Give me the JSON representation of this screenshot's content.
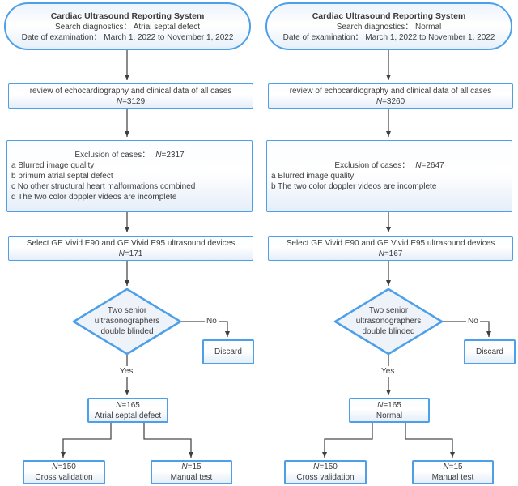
{
  "n_letter": "N",
  "colors": {
    "node_border": "#4d9fe8",
    "node_fill": "#e5eef9",
    "connector": "#3f3f3f",
    "text": "#3c3c3c"
  },
  "columns": [
    {
      "header": {
        "title": "Cardiac Ultrasound Reporting System",
        "line2": "Search diagnostics：  Atrial septal defect",
        "line3": "Date of examination：  March 1, 2022 to November 1, 2022"
      },
      "review": {
        "text": "review of echocardiography and clinical data of all cases",
        "n": "=3129"
      },
      "exclusion": {
        "title": "Exclusion of cases：",
        "n": "=2317",
        "items": [
          "a Blurred image quality",
          "b primum atrial septal defect",
          "c No other structural heart malformations combined",
          "d The two color doppler videos are incomplete"
        ]
      },
      "select": {
        "text": "Select GE Vivid E90 and GE Vivid E95 ultrasound devices",
        "n": "=171"
      },
      "decision": {
        "line1": "Two senior",
        "line2": "ultrasonographers",
        "line3": "double blinded"
      },
      "no_label": "No",
      "yes_label": "Yes",
      "discard": "Discard",
      "result": {
        "n": "=165",
        "label": "Atrial septal defect"
      },
      "cross": {
        "n": "=150",
        "label": "Cross validation"
      },
      "manual": {
        "n": "=15",
        "label": "Manual test"
      }
    },
    {
      "header": {
        "title": "Cardiac Ultrasound Reporting System",
        "line2": "Search diagnostics：  Normal",
        "line3": "Date of examination：  March 1, 2022 to November 1, 2022"
      },
      "review": {
        "text": "review of echocardiography and clinical data of all cases",
        "n": "=3260"
      },
      "exclusion": {
        "title": "Exclusion of cases：",
        "n": "=2647",
        "items": [
          "a Blurred image quality",
          "b The two color doppler videos are incomplete"
        ]
      },
      "select": {
        "text": "Select GE Vivid E90 and GE Vivid E95 ultrasound devices",
        "n": "=167"
      },
      "decision": {
        "line1": "Two senior",
        "line2": "ultrasonographers",
        "line3": "double blinded"
      },
      "no_label": "No",
      "yes_label": "Yes",
      "discard": "Discard",
      "result": {
        "n": "=165",
        "label": "Normal"
      },
      "cross": {
        "n": "=150",
        "label": "Cross validation"
      },
      "manual": {
        "n": "=15",
        "label": "Manual test"
      }
    }
  ]
}
